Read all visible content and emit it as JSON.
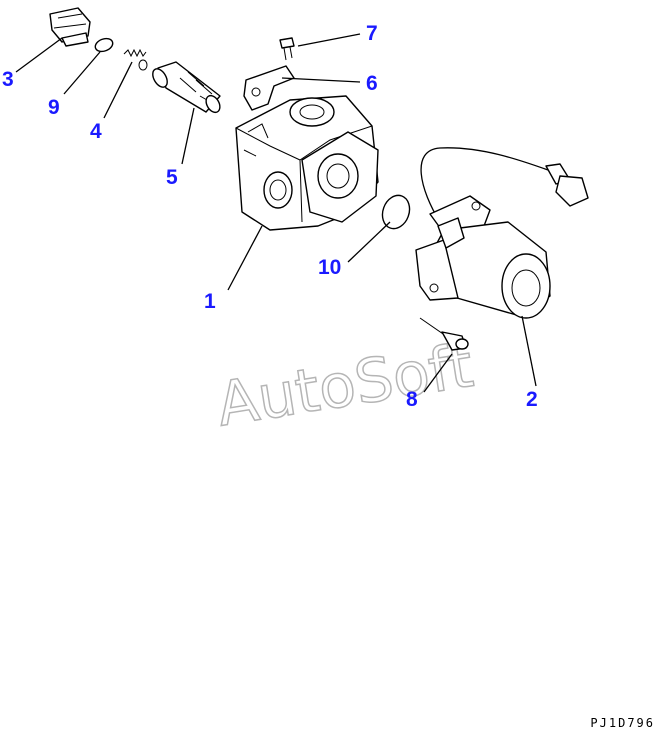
{
  "watermark": "AutoSoft",
  "figure_code": "PJ1D796",
  "callouts": {
    "c1": "1",
    "c2": "2",
    "c3": "3",
    "c4": "4",
    "c5": "5",
    "c6": "6",
    "c7": "7",
    "c8": "8",
    "c9": "9",
    "c10": "10"
  },
  "colors": {
    "callout": "#1a1aff",
    "line": "#000000",
    "watermark": "#b5b5b5"
  }
}
